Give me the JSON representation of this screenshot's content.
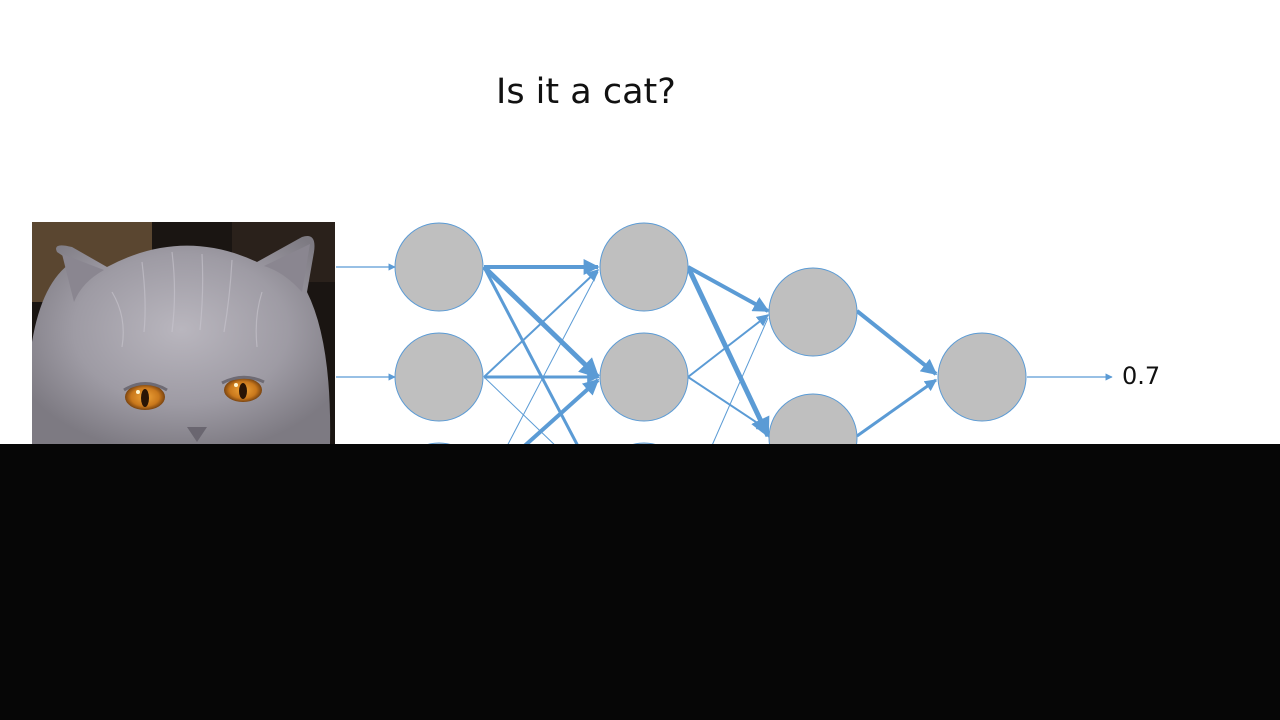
{
  "slide": {
    "title": "Is it a cat?",
    "output_value": "0.7"
  },
  "image": {
    "icon": "cat-photo"
  },
  "colors": {
    "node_fill": "#bfbfbf",
    "node_stroke": "#5b9bd5",
    "edge": "#5b9bd5",
    "cover": "#060606"
  }
}
